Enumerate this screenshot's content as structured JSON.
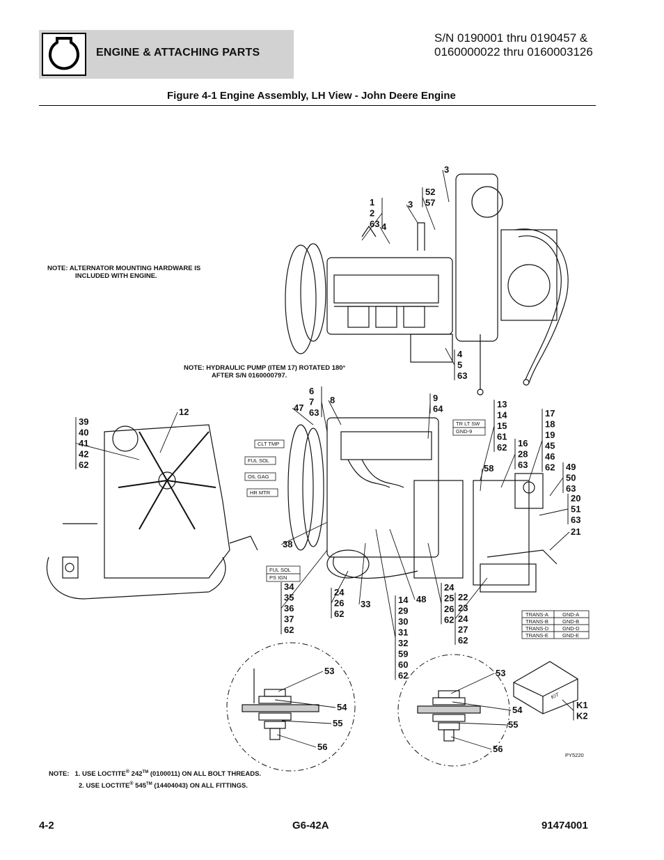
{
  "header": {
    "section_title": "ENGINE & ATTACHING PARTS",
    "serial_line1": "S/N 0190001 thru 0190457 &",
    "serial_line2": "0160000022 thru 0160003126",
    "figure_title": "Figure 4-1 Engine Assembly, LH View - John Deere Engine"
  },
  "notes": {
    "alternator_line1": "NOTE:  ALTERNATOR MOUNTING HARDWARE IS",
    "alternator_line2": "INCLUDED WITH ENGINE.",
    "pump_line1": "NOTE:  HYDRAULIC PUMP (ITEM 17) ROTATED 180°",
    "pump_line2": "AFTER S/N 0160000797.",
    "loctite_prefix": "NOTE:",
    "loctite1_a": "1. USE LOCTITE",
    "loctite1_b": " 242",
    "loctite1_c": " (0100011) ON ALL BOLT THREADS.",
    "loctite2_a": "2. USE LOCTITE",
    "loctite2_b": " 545",
    "loctite2_c": " (14404043) ON ALL FITTINGS.",
    "reg_mark": "®",
    "tm_mark": "TM"
  },
  "wire_tags": {
    "clt_tmp": "CLT TMP",
    "ful_sol": "FUL SOL",
    "oil_gag": "OIL GAG",
    "hr_mtr": "HR MTR",
    "ful_sol2": "FUL SOL",
    "ps_ign": "PS IGN",
    "tr_lt_sw": "TR LT SW",
    "gnd_9": "GND-9"
  },
  "trans_table": [
    [
      "TRANS-A",
      "GND-A"
    ],
    [
      "TRANS-B",
      "GND-B"
    ],
    [
      "TRANS-D",
      "GND-D"
    ],
    [
      "TRANS-E",
      "GND-E"
    ]
  ],
  "kit_label": "KIT",
  "drawing_id": "PY5220",
  "callouts": {
    "c_1_2_63": [
      "1",
      "2",
      "63"
    ],
    "c_3a": [
      "3"
    ],
    "c_3b": [
      "3"
    ],
    "c_52_57": [
      "52",
      "57"
    ],
    "c_4": [
      "4"
    ],
    "c_4_5_63": [
      "4",
      "5",
      "63"
    ],
    "c_6_7_63": [
      "6",
      "7",
      "63"
    ],
    "c_47": [
      "47"
    ],
    "c_8": [
      "8"
    ],
    "c_9_64": [
      "9",
      "64"
    ],
    "c_13": [
      "13",
      "14",
      "15",
      "61",
      "62"
    ],
    "c_17": [
      "17",
      "18",
      "19",
      "45",
      "46",
      "62"
    ],
    "c_16": [
      "16",
      "28",
      "63"
    ],
    "c_58": [
      "58"
    ],
    "c_49": [
      "49",
      "50",
      "63"
    ],
    "c_20": [
      "20",
      "51",
      "63"
    ],
    "c_21": [
      "21"
    ],
    "c_12": [
      "12"
    ],
    "c_39": [
      "39",
      "40",
      "41",
      "42",
      "62"
    ],
    "c_38": [
      "38"
    ],
    "c_34": [
      "34",
      "35",
      "36",
      "37",
      "62"
    ],
    "c_24a": [
      "24",
      "26",
      "62"
    ],
    "c_33": [
      "33"
    ],
    "c_14": [
      "14",
      "29",
      "30",
      "31",
      "32",
      "59",
      "60",
      "62"
    ],
    "c_48": [
      "48"
    ],
    "c_24b": [
      "24",
      "25",
      "26",
      "62"
    ],
    "c_22": [
      "22",
      "23",
      "24",
      "27",
      "62"
    ],
    "c_53a": [
      "53"
    ],
    "c_54a": [
      "54"
    ],
    "c_55a": [
      "55"
    ],
    "c_56a": [
      "56"
    ],
    "c_53b": [
      "53"
    ],
    "c_54b": [
      "54"
    ],
    "c_55b": [
      "55"
    ],
    "c_56b": [
      "56"
    ],
    "c_k": [
      "K1",
      "K2"
    ]
  },
  "footer": {
    "page": "4-2",
    "model": "G6-42A",
    "part_number": "91474001"
  }
}
